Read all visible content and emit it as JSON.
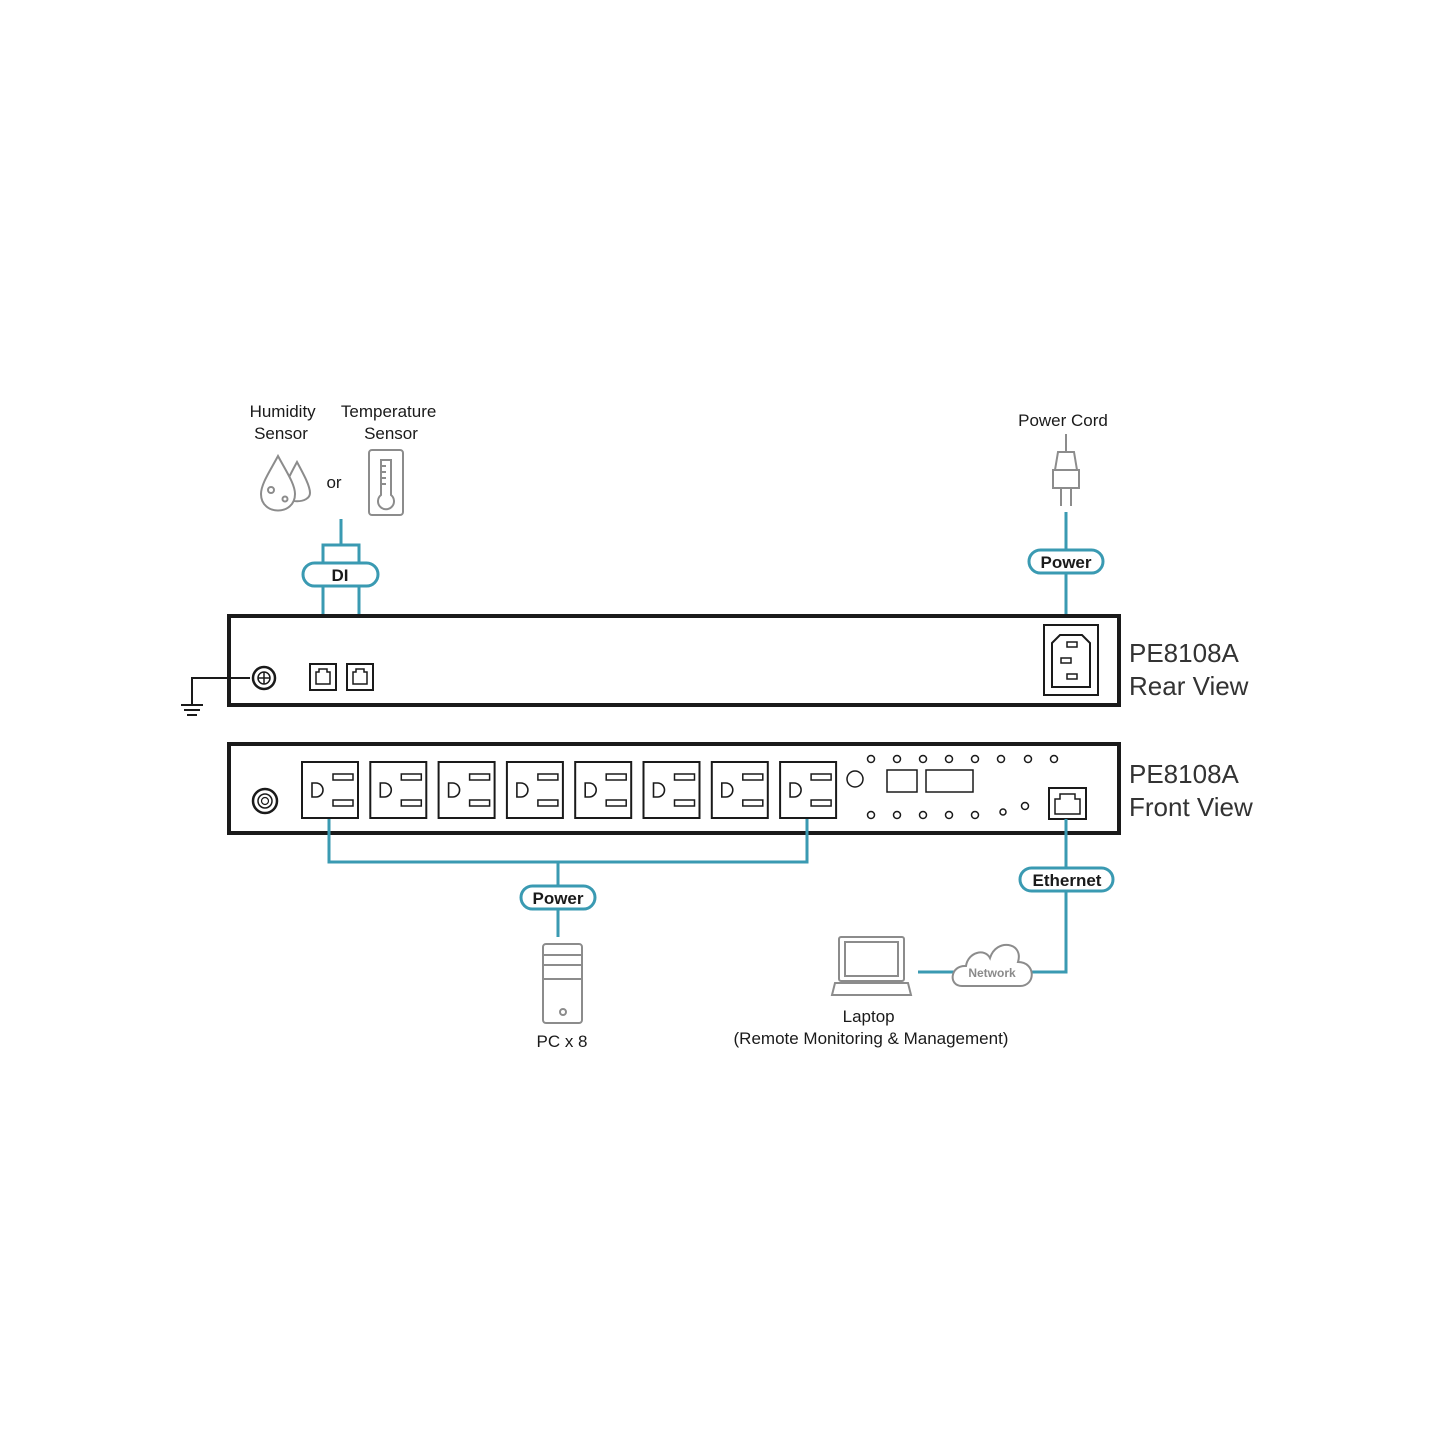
{
  "colors": {
    "accent": "#3a9ab2",
    "device_stroke": "#1a1a1a",
    "icon_gray": "#8c8c8c"
  },
  "sensors": {
    "humidity_line1": "Humidity",
    "humidity_line2": "Sensor",
    "or": "or",
    "temperature_line1": "Temperature",
    "temperature_line2": "Sensor"
  },
  "badges": {
    "di": "DI",
    "rear_power": "Power",
    "front_power": "Power",
    "ethernet": "Ethernet",
    "network": "Network"
  },
  "power_cord": {
    "label": "Power Cord"
  },
  "rear_device": {
    "model": "PE8108A",
    "view": "Rear View"
  },
  "front_device": {
    "model": "PE8108A",
    "view": "Front View",
    "outlet_count": 8
  },
  "pc": {
    "label": "PC x 8"
  },
  "laptop": {
    "label_line1": "Laptop",
    "label_line2": "(Remote Monitoring & Management)"
  },
  "icons": {
    "humidity": "water-drops-icon",
    "temperature": "thermometer-icon",
    "power_plug": "power-plug-icon",
    "ground": "ground-icon",
    "pc": "pc-tower-icon",
    "laptop": "laptop-icon",
    "cloud": "cloud-icon"
  }
}
